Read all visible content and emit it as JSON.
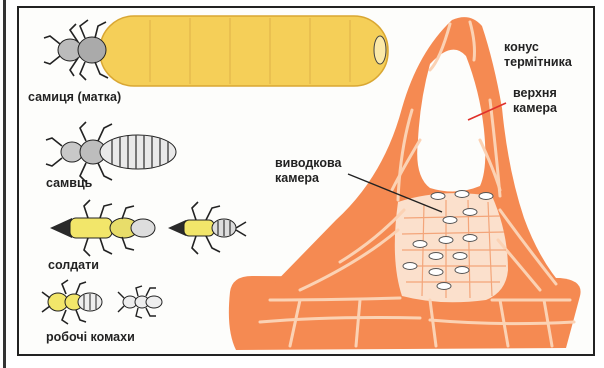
{
  "left_castes": {
    "queen_label": "самиця (матка)",
    "male_label": "самвць",
    "soldiers_label": "солдати",
    "workers_label": "робочі комахи"
  },
  "mound": {
    "cone_label_line1": "конус",
    "cone_label_line2": "термітника",
    "upper_chamber_line1": "верхня",
    "upper_chamber_line2": "камера",
    "brood_chamber_line1": "виводкова",
    "brood_chamber_line2": "камера"
  },
  "colors": {
    "mound_fill": "#f58a52",
    "mound_line": "#fbd2b4",
    "queen_abdomen": "#f5cf58",
    "soldier_body": "#f2e66a",
    "arrow_red": "#e0302a"
  }
}
